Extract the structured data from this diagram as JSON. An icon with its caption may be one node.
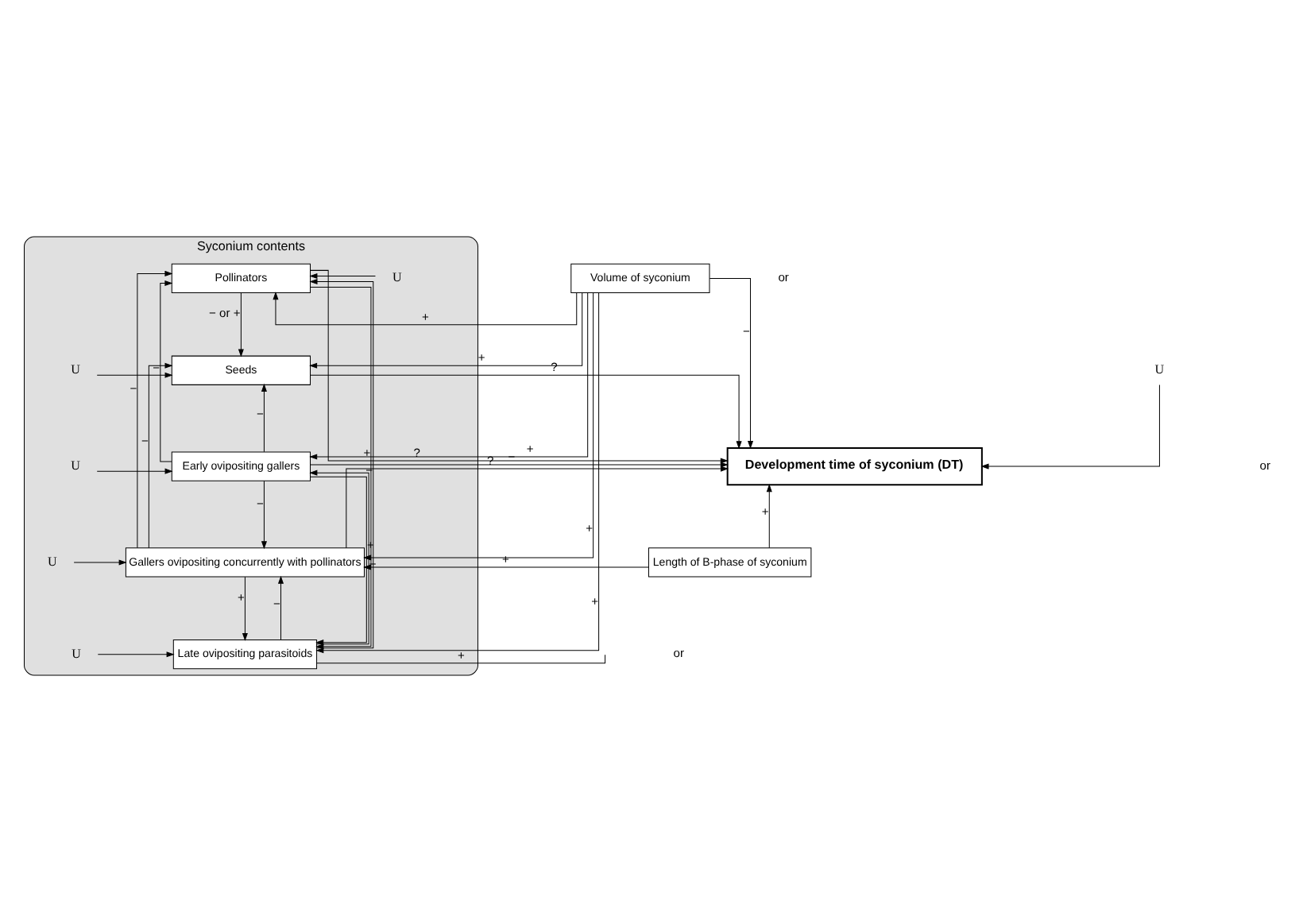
{
  "diagram": {
    "nodes": [
      {
        "text": [
          "Syconium contents"
        ]
      },
      {
        "text": [
          "U"
        ],
        "in": 0
      },
      {
        "text": [
          "Pollinators"
        ],
        "in": 0
      },
      {
        "text": [
          "U"
        ],
        "in": 0
      },
      {
        "text": [
          "Seeds"
        ],
        "in": 0
      },
      {
        "text": [
          "U"
        ],
        "in": 0
      },
      {
        "text": [
          "Early ovipositing gallers"
        ],
        "in": 0
      },
      {
        "text": [
          "U"
        ],
        "in": 0
      },
      {
        "text": [
          "Gallers ovipositing concurrently with pollinators"
        ],
        "in": 0
      },
      {
        "text": [
          "U"
        ],
        "in": 0
      },
      {
        "text": [
          "Late ovipositing parasitoids"
        ],
        "in": 0
      },
      {
        "text": [
          "Volume of syconium"
        ]
      },
      {
        "text": [
          "U"
        ]
      },
      {
        "text": [
          "Development time of syconium (DT)"
        ]
      },
      {
        "text": [
          "Length of B-phase of syconium"
        ]
      }
    ],
    "edges": [
      {
        "from": 1,
        "to": 2,
        "arrow": "to"
      },
      {
        "from": 3,
        "to": 4,
        "arrow": "to"
      },
      {
        "from": 5,
        "to": 6,
        "arrow": "to"
      },
      {
        "from": 7,
        "to": 8,
        "arrow": "to"
      },
      {
        "from": 9,
        "to": 10,
        "arrow": "to"
      },
      {
        "from": 12,
        "to": 13,
        "arrow": "to"
      },
      {
        "from": 2,
        "to": 4,
        "arrow": "to",
        "label": "− or +"
      },
      {
        "from": 6,
        "to": 4,
        "arrow": "to",
        "label": "−"
      },
      {
        "from": 6,
        "to": 8,
        "arrow": "to",
        "label": "−"
      },
      {
        "from": 10,
        "to": 8,
        "arrow": "to",
        "label": "−"
      },
      {
        "from": 8,
        "to": 10,
        "arrow": "to",
        "label": "+"
      },
      {
        "from": 2,
        "to": 10,
        "arrow": "to",
        "label": "+"
      },
      {
        "from": 10,
        "to": 2,
        "arrow": "to",
        "label": "−"
      },
      {
        "from": 8,
        "to": 2,
        "arrow": "to",
        "label": "−"
      },
      {
        "from": 6,
        "to": 2,
        "arrow": "to",
        "label": "−"
      },
      {
        "from": 8,
        "to": 4,
        "arrow": "to",
        "label": "−"
      },
      {
        "from": 10,
        "to": 6,
        "arrow": "to",
        "label": "−"
      },
      {
        "from": 6,
        "to": 10,
        "arrow": "to",
        "label": "+"
      },
      {
        "from": 11,
        "to": 2,
        "arrow": "to",
        "label": "+"
      },
      {
        "from": 11,
        "to": 4,
        "arrow": "to",
        "label": "+"
      },
      {
        "from": 11,
        "to": 6,
        "arrow": "to",
        "label": "+"
      },
      {
        "from": 11,
        "to": 8,
        "arrow": "to",
        "label": "+"
      },
      {
        "from": 11,
        "to": 10,
        "arrow": "to",
        "label": "+"
      },
      {
        "from": 11,
        "to": 13,
        "arrow": "to",
        "label": "−"
      },
      {
        "from": 2,
        "to": 13,
        "arrow": "to",
        "label": "?"
      },
      {
        "from": 4,
        "to": 13,
        "arrow": "to",
        "label": "?"
      },
      {
        "from": 6,
        "to": 13,
        "arrow": "to",
        "label": "−"
      },
      {
        "from": 8,
        "to": 13,
        "arrow": "to",
        "label": "?"
      },
      {
        "from": 14,
        "to": 13,
        "arrow": "to",
        "label": "+"
      },
      {
        "from": 14,
        "to": 8,
        "arrow": "to",
        "label": "+"
      },
      {
        "from": 10,
        "to": null,
        "arrow": "none",
        "label": "+"
      }
    ],
    "labels": [
      "or",
      "or",
      "or"
    ]
  }
}
